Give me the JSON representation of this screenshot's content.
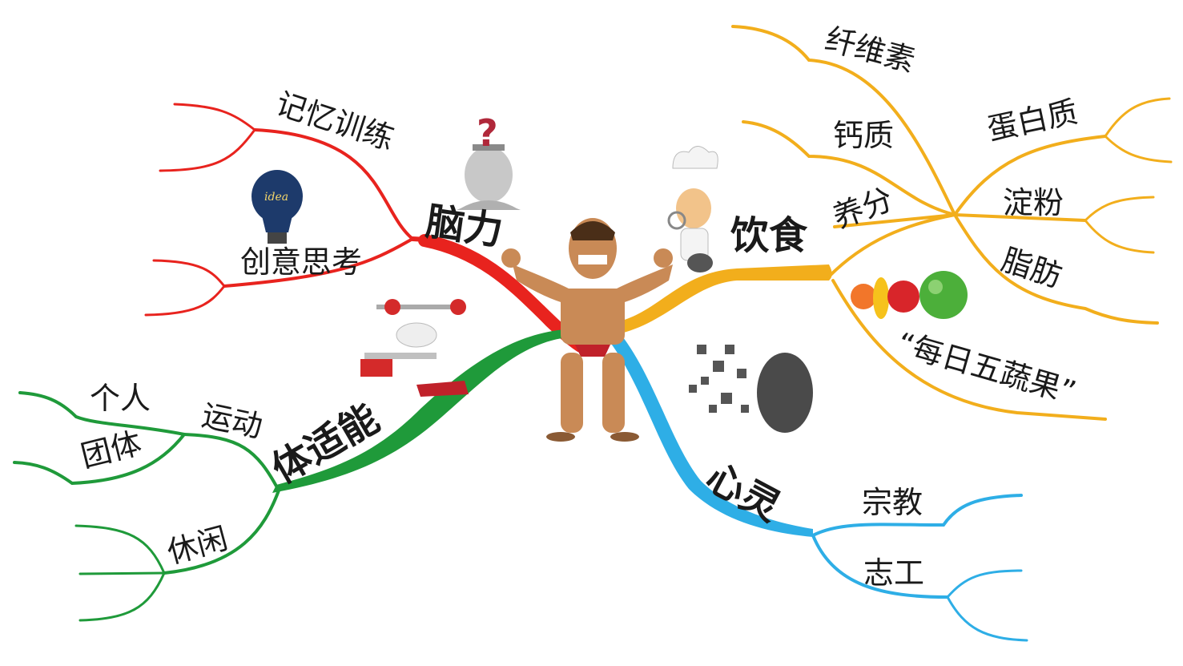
{
  "center": {
    "icon": "muscle-man-cartoon"
  },
  "branches": {
    "brain": {
      "label": "脑力",
      "color": "#e8231e",
      "icon": "question-mark-head",
      "children": {
        "memory": "记忆训练",
        "creative": "创意思考"
      },
      "creative_icon": "idea-lightbulb-icon"
    },
    "diet": {
      "label": "饮食",
      "color": "#f2ae1c",
      "icon": "chef-icon",
      "children": {
        "fiber": "纤维素",
        "calcium": "钙质",
        "nutrients": "养分",
        "protein": "蛋白质",
        "starch": "淀粉",
        "fat": "脂肪",
        "fruit": "“每日五蔬果”"
      },
      "fruit_icon": "fruit-icon"
    },
    "fitness": {
      "label": "体适能",
      "color": "#1f9a3a",
      "icon": "weightlifting-icon",
      "children": {
        "exercise": "运动",
        "individual": "个人",
        "group": "团体",
        "leisure": "休闲"
      }
    },
    "spirit": {
      "label": "心灵",
      "color": "#2eaee6",
      "icon": "fragmented-head-icon",
      "children": {
        "religion": "宗教",
        "volunteer": "志工"
      }
    }
  }
}
